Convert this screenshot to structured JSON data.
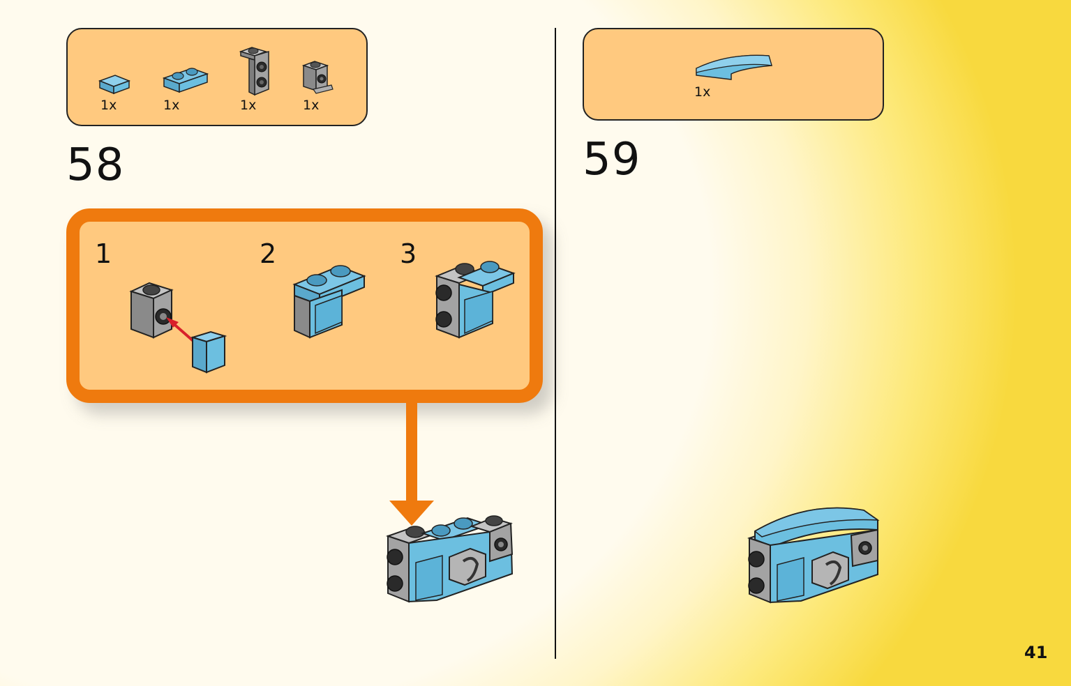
{
  "page": {
    "page_number": "41",
    "colors": {
      "parts_box_fill": "#ffc97f",
      "substep_border": "#ef7a0e",
      "brick_blue": "#6cbfe0",
      "brick_gray": "#a3a3a3",
      "stud_dark": "#2a2a2a",
      "arrow_red": "#d8202a"
    }
  },
  "step58": {
    "number": "58",
    "parts": [
      {
        "qty": "1x",
        "icon": "blue-tile-1x1-icon"
      },
      {
        "qty": "1x",
        "icon": "blue-plate-1x2-icon"
      },
      {
        "qty": "1x",
        "icon": "gray-bracket-2x1-icon"
      },
      {
        "qty": "1x",
        "icon": "gray-brick-with-pin-hole-icon"
      }
    ],
    "substeps": [
      {
        "number": "1",
        "icon": "attach-tile-to-brick-icon"
      },
      {
        "number": "2",
        "icon": "blue-plate-assembly-icon"
      },
      {
        "number": "3",
        "icon": "bracket-assembly-icon"
      }
    ],
    "result_icon": "step58-model-icon"
  },
  "step59": {
    "number": "59",
    "parts": [
      {
        "qty": "1x",
        "icon": "blue-curved-slope-icon"
      }
    ],
    "result_icon": "step59-model-icon"
  }
}
